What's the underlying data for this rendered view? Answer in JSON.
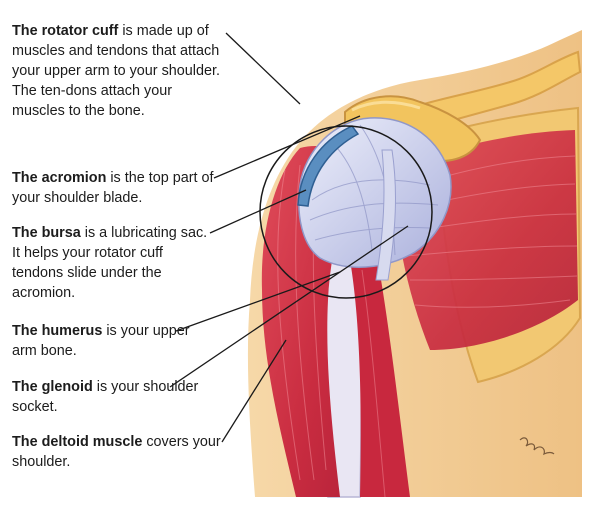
{
  "labels": {
    "rotator_cuff": {
      "term": "The rotator cuff",
      "text": " is made up of muscles and tendons that attach your upper arm to your shoulder. The ten-dons attach your muscles to the bone."
    },
    "acromion": {
      "term": "The acromion",
      "text": " is the top part of your shoulder blade."
    },
    "bursa": {
      "term": "The bursa",
      "text": " is a lubricating sac. It helps your rotator cuff tendons slide under the acromion."
    },
    "humerus": {
      "term": "The humerus",
      "text": " is your upper arm bone."
    },
    "glenoid": {
      "term": "The glenoid",
      "text": " is your shoulder socket."
    },
    "deltoid": {
      "term": "The deltoid muscle",
      "text": " covers your shoulder."
    }
  },
  "colors": {
    "skin": "#f3cf98",
    "muscle": "#d63a4a",
    "muscle_dark": "#a81f33",
    "bone": "#f0c060",
    "tendon": "#c9cde8",
    "bursa": "#5a8ec0",
    "leader_line": "#1a1a1a"
  },
  "icons": {
    "signature": "artist-signature"
  }
}
